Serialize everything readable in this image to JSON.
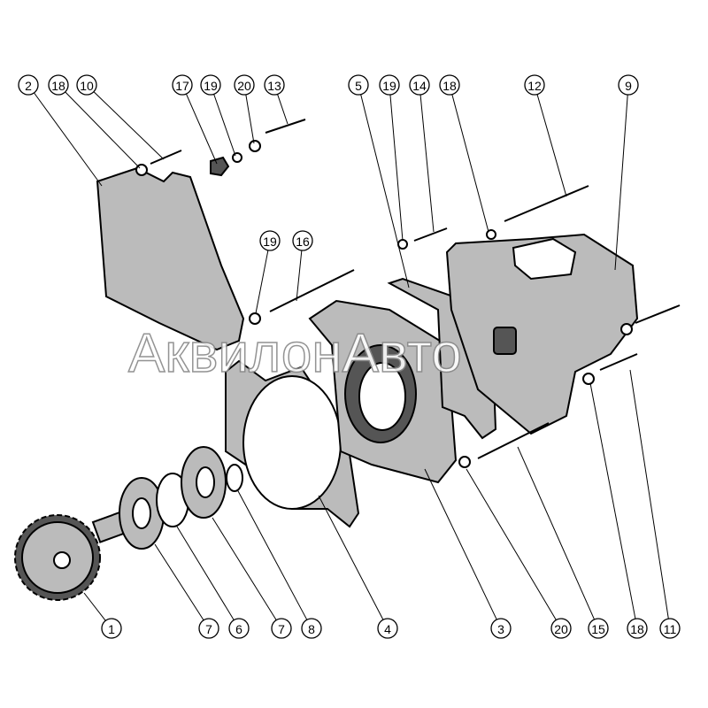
{
  "watermark": "АквилонАвто",
  "callouts": {
    "top": [
      "2",
      "18",
      "10",
      "17",
      "19",
      "20",
      "13",
      "5",
      "19",
      "14",
      "18",
      "12",
      "9"
    ],
    "middle": [
      "19",
      "16"
    ],
    "bottom": [
      "1",
      "7",
      "6",
      "7",
      "8",
      "4",
      "3",
      "20",
      "15",
      "18",
      "11"
    ]
  }
}
